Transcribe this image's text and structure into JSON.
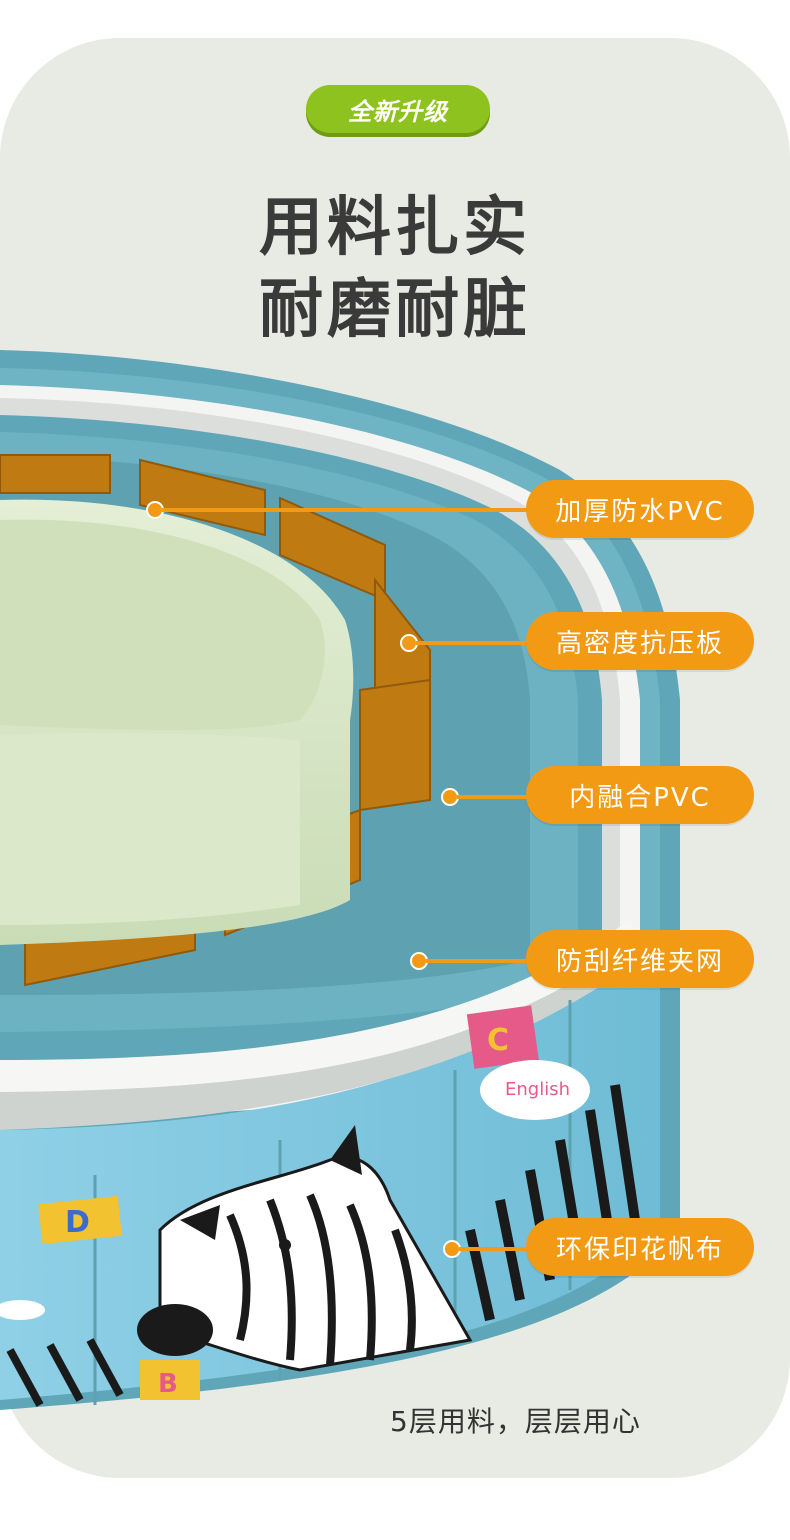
{
  "badge": "全新升级",
  "headline": {
    "line1": "用料扎实",
    "line2": "耐磨耐脏"
  },
  "layers": [
    {
      "label": "加厚防水PVC"
    },
    {
      "label": "高密度抗压板"
    },
    {
      "label": "内融合PVC"
    },
    {
      "label": "防刮纤维夹网"
    },
    {
      "label": "环保印花帆布"
    }
  ],
  "caption": "5层用料，层层用心",
  "print_letters": {
    "c": "C",
    "d": "D",
    "b": "B",
    "english": "English"
  },
  "colors": {
    "accent_orange": "#f39a15",
    "badge_green": "#8dc21f",
    "pool_blue": "#7cc3dc",
    "pvc_teal": "#5fa7b8",
    "board_brown": "#c07a12",
    "inner_mint": "#d6e6c6"
  }
}
